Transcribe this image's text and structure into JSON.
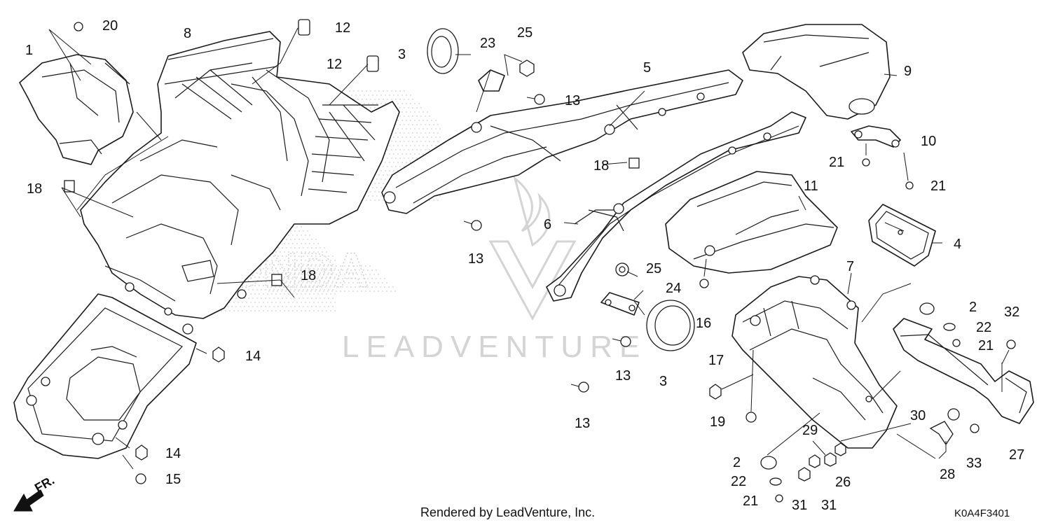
{
  "footer": {
    "rendered_by": "Rendered by LeadVenture, Inc.",
    "diagram_code": "K0A4F3401"
  },
  "watermark": {
    "text": "LEADVENTURE",
    "brand": "HONDA"
  },
  "direction": {
    "label": "FR."
  },
  "callouts": [
    {
      "id": "c1",
      "number": "1"
    },
    {
      "id": "c20",
      "number": "20"
    },
    {
      "id": "c8",
      "number": "8"
    },
    {
      "id": "c12a",
      "number": "12"
    },
    {
      "id": "c12b",
      "number": "12"
    },
    {
      "id": "c3a",
      "number": "3"
    },
    {
      "id": "c23",
      "number": "23"
    },
    {
      "id": "c25a",
      "number": "25"
    },
    {
      "id": "c13a",
      "number": "13"
    },
    {
      "id": "c5",
      "number": "5"
    },
    {
      "id": "c9",
      "number": "9"
    },
    {
      "id": "c10",
      "number": "10"
    },
    {
      "id": "c21a",
      "number": "21"
    },
    {
      "id": "c21b",
      "number": "21"
    },
    {
      "id": "c18a",
      "number": "18"
    },
    {
      "id": "c18b",
      "number": "18"
    },
    {
      "id": "c18c",
      "number": "18"
    },
    {
      "id": "c11",
      "number": "11"
    },
    {
      "id": "c4",
      "number": "4"
    },
    {
      "id": "c6",
      "number": "6"
    },
    {
      "id": "c13b",
      "number": "13"
    },
    {
      "id": "c7",
      "number": "7"
    },
    {
      "id": "c25b",
      "number": "25"
    },
    {
      "id": "c24",
      "number": "24"
    },
    {
      "id": "c16",
      "number": "16"
    },
    {
      "id": "c2a",
      "number": "2"
    },
    {
      "id": "c32",
      "number": "32"
    },
    {
      "id": "c22a",
      "number": "22"
    },
    {
      "id": "c21c",
      "number": "21"
    },
    {
      "id": "c14a",
      "number": "14"
    },
    {
      "id": "c13c",
      "number": "13"
    },
    {
      "id": "c3b",
      "number": "3"
    },
    {
      "id": "c17",
      "number": "17"
    },
    {
      "id": "c13d",
      "number": "13"
    },
    {
      "id": "c19",
      "number": "19"
    },
    {
      "id": "c30",
      "number": "30"
    },
    {
      "id": "c29",
      "number": "29"
    },
    {
      "id": "c14b",
      "number": "14"
    },
    {
      "id": "c15",
      "number": "15"
    },
    {
      "id": "c2b",
      "number": "2"
    },
    {
      "id": "c33",
      "number": "33"
    },
    {
      "id": "c27",
      "number": "27"
    },
    {
      "id": "c28",
      "number": "28"
    },
    {
      "id": "c26",
      "number": "26"
    },
    {
      "id": "c22b",
      "number": "22"
    },
    {
      "id": "c31a",
      "number": "31"
    },
    {
      "id": "c31b",
      "number": "31"
    },
    {
      "id": "c21d",
      "number": "21"
    }
  ]
}
